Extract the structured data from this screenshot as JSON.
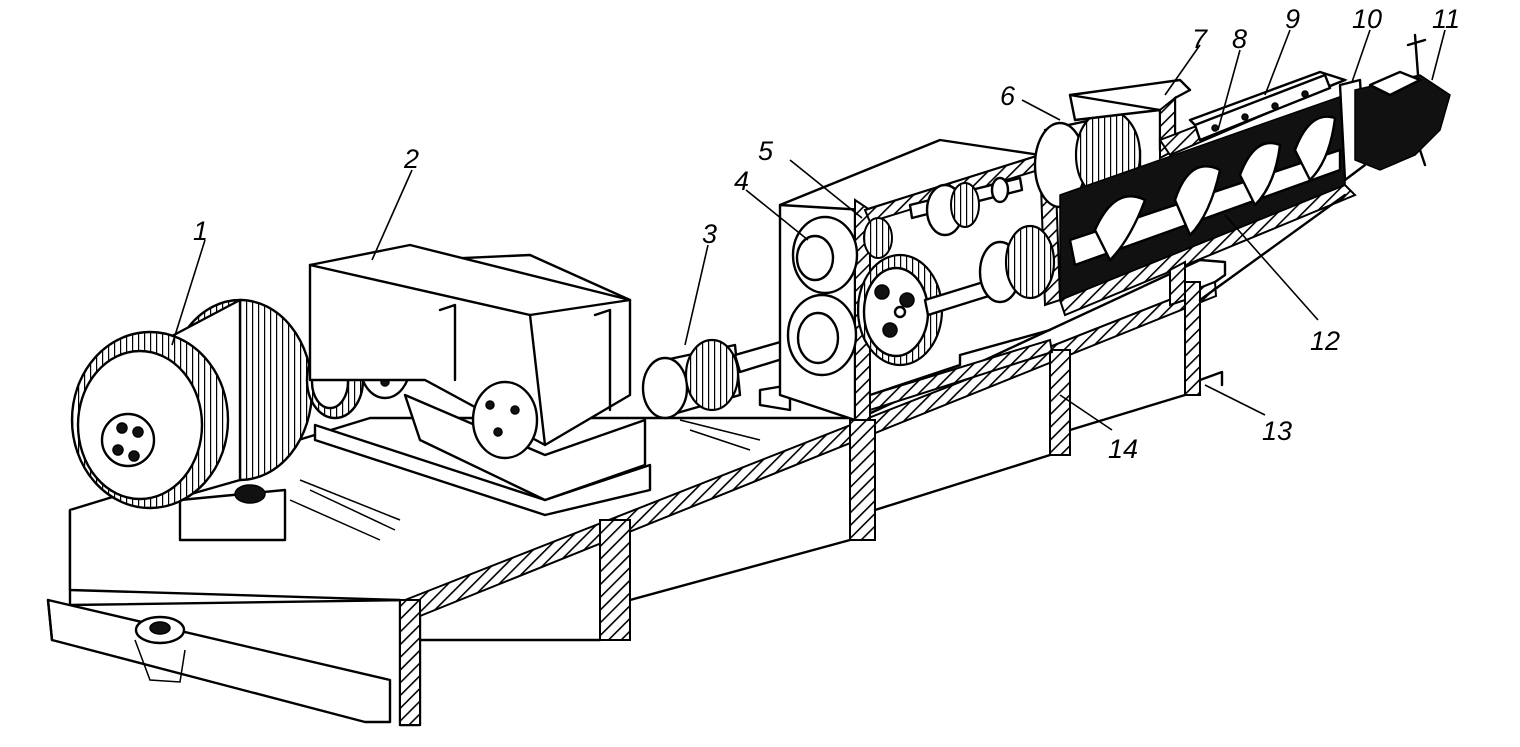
{
  "labels": [
    {
      "id": "1",
      "text": "1",
      "part": "electric-motor"
    },
    {
      "id": "2",
      "text": "2",
      "part": "reduction-gearbox"
    },
    {
      "id": "3",
      "text": "3",
      "part": "coupling"
    },
    {
      "id": "4",
      "text": "4",
      "part": "drive-gear"
    },
    {
      "id": "5",
      "text": "5",
      "part": "gear-housing"
    },
    {
      "id": "6",
      "text": "6",
      "part": "thrust-bearing"
    },
    {
      "id": "7",
      "text": "7",
      "part": "feed-hopper"
    },
    {
      "id": "8",
      "text": "8",
      "part": "barrel"
    },
    {
      "id": "9",
      "text": "9",
      "part": "heater-jacket"
    },
    {
      "id": "10",
      "text": "10",
      "part": "breaker-plate"
    },
    {
      "id": "11",
      "text": "11",
      "part": "die-head"
    },
    {
      "id": "12",
      "text": "12",
      "part": "screw"
    },
    {
      "id": "13",
      "text": "13",
      "part": "support-frame"
    },
    {
      "id": "14",
      "text": "14",
      "part": "base-bed"
    }
  ],
  "colors": {
    "ink": "#000000",
    "paper": "#ffffff"
  }
}
